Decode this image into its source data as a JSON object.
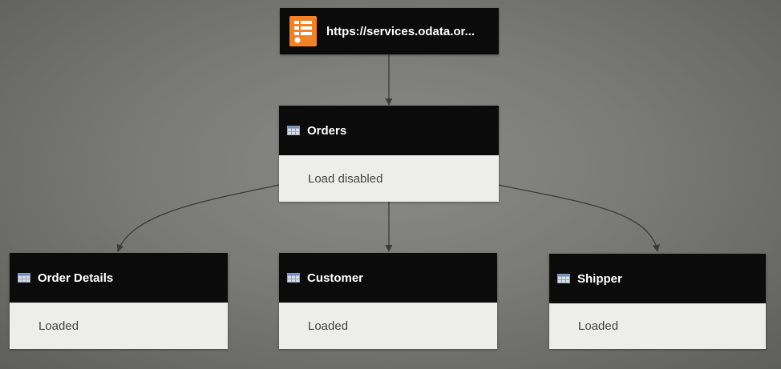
{
  "source": {
    "label": "https://services.odata.or...",
    "icon": "odata-feed-icon",
    "icon_color": "#f0822a"
  },
  "nodes": {
    "orders": {
      "title": "Orders",
      "status": "Load disabled",
      "icon": "table-icon"
    },
    "order_details": {
      "title": "Order Details",
      "status": "Loaded",
      "icon": "table-icon"
    },
    "customer": {
      "title": "Customer",
      "status": "Loaded",
      "icon": "table-icon"
    },
    "shipper": {
      "title": "Shipper",
      "status": "Loaded",
      "icon": "table-icon"
    }
  },
  "colors": {
    "header": "#0b0b0b",
    "body": "#ededeb",
    "connector": "#3a3a3a"
  }
}
